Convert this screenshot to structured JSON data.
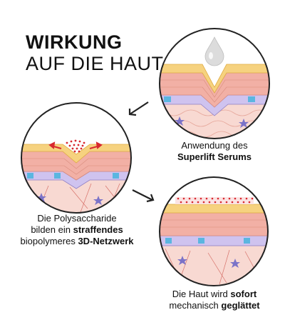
{
  "title": {
    "line1": "WIRKUNG",
    "line2": "AUF DIE HAUT"
  },
  "steps": [
    {
      "caption_line1": "Anwendung des",
      "caption_line2_bold": "Superlift Serums"
    },
    {
      "caption_line1": "Die Polysaccharide",
      "caption_line2_pre": "bilden ein ",
      "caption_line2_bold": "straffendes",
      "caption_line3_pre": "biopolymeres ",
      "caption_line3_bold": "3D-Netzwerk"
    },
    {
      "caption_line1_pre": "Die Haut wird ",
      "caption_line1_bold": "sofort",
      "caption_line2_pre": "mechanisch ",
      "caption_line2_bold": "geglättet"
    }
  ],
  "icons": {
    "drop": "serum-drop-icon",
    "arrow": "arrow-icon"
  },
  "colors": {
    "skin_top": "#f6d27f",
    "skin_mid": "#f4b9a8",
    "skin_deep": "#f3c9c2",
    "cell_blue": "#5bb6e0",
    "cell_purple": "#c7b7e8",
    "network_red": "#d8282f"
  }
}
